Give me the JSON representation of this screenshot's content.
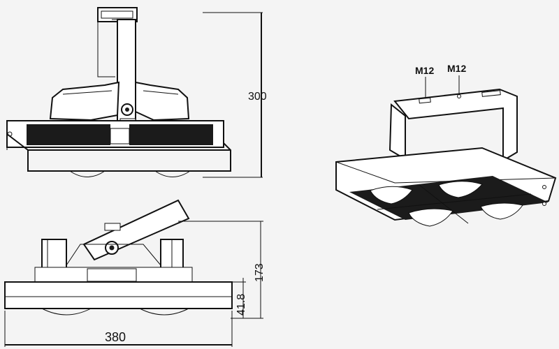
{
  "dimensions": {
    "height_front": "300",
    "height_side": "173",
    "base_thickness": "41.8",
    "width": "380"
  },
  "thread_labels": {
    "left": "M12",
    "right": "M12"
  }
}
